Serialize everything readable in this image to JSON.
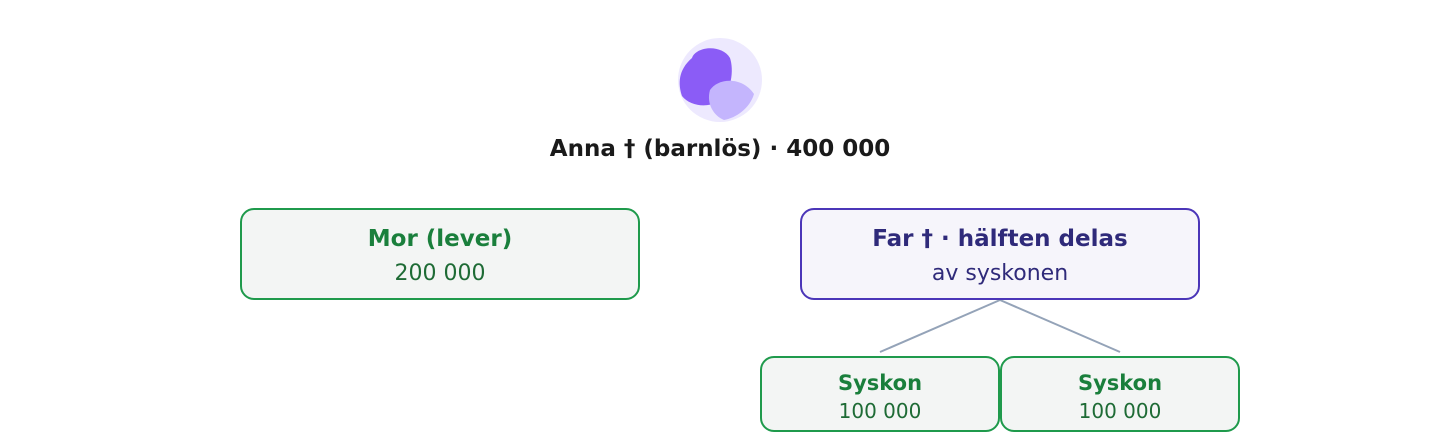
{
  "root": {
    "title": "Anna † (barnlös) · 400 000"
  },
  "mother": {
    "title": "Mor (lever)",
    "amount": "200 000"
  },
  "father": {
    "title": "Far † · hälften delas",
    "subtitle": "av syskonen"
  },
  "siblings": [
    {
      "title": "Syskon",
      "amount": "100 000"
    },
    {
      "title": "Syskon",
      "amount": "100 000"
    }
  ],
  "colors": {
    "green_border": "#1f9a4c",
    "green_text": "#1a7f3c",
    "purple_border": "#4b36b8",
    "purple_text": "#2f2a7a",
    "connector": "#94a3b8",
    "avatar_bg": "#ede9fe",
    "avatar_dark": "#8b5cf6",
    "avatar_light": "#c4b5fd"
  },
  "icons": {
    "avatar": "person-avatar-icon"
  }
}
